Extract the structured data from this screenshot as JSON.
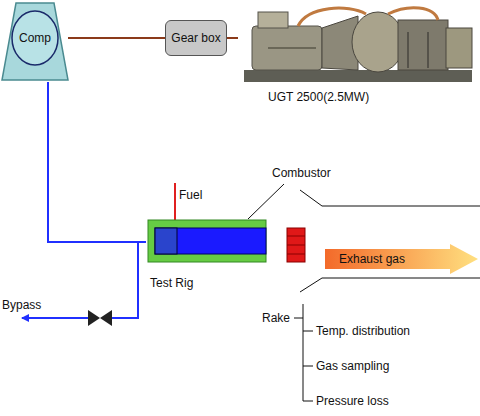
{
  "diagram": {
    "nodes": [
      {
        "text": [
          "Comp"
        ]
      },
      {
        "text": [
          "Gear box"
        ]
      },
      {
        "text": [
          "UGT 2500(2.5MW)"
        ]
      },
      {
        "text": [
          "Test Rig"
        ]
      },
      {
        "text": [
          "Exhaust gas"
        ]
      }
    ],
    "edges": [
      {
        "from": 0,
        "to": 1,
        "arrow": "none"
      },
      {
        "from": 1,
        "to": 2,
        "arrow": "none"
      },
      {
        "from": 0,
        "to": 3,
        "arrow": "none"
      }
    ],
    "labels": [
      "Fuel",
      "Combustor",
      "Bypass",
      "Rake",
      "Temp. distribution",
      "Gas sampling",
      "Pressure loss"
    ]
  }
}
